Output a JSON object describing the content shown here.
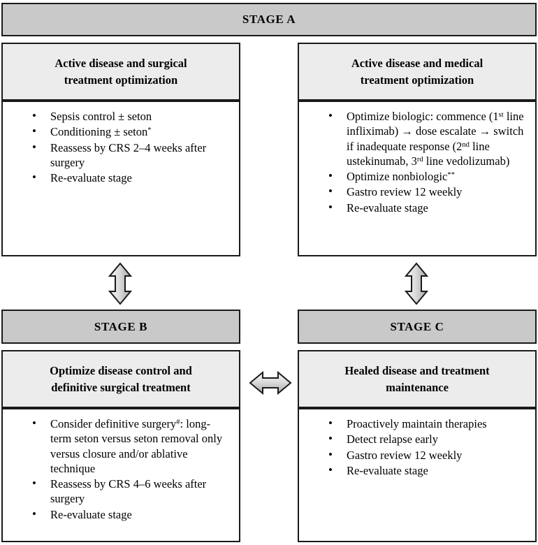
{
  "stage_a": {
    "header": "STAGE A",
    "header_bg": "#c9c9c9",
    "left_column": {
      "title_line1": "Active disease and surgical",
      "title_line2": "treatment optimization",
      "bullets": [
        {
          "text": "Sepsis control ± seton",
          "sup": ""
        },
        {
          "text": "Conditioning ± seton",
          "sup": "*"
        },
        {
          "text": "Reassess by CRS 2–4 weeks after surgery",
          "sup": ""
        },
        {
          "text": "Re-evaluate stage",
          "sup": ""
        }
      ]
    },
    "right_column": {
      "title_line1": "Active disease and medical",
      "title_line2": "treatment optimization",
      "bullets": [
        {
          "rich": true,
          "segments": [
            {
              "t": "Optimize biologic: commence (1"
            },
            {
              "sup": "st"
            },
            {
              "t": " line infliximab) → dose escalate → switch if inadequate response (2"
            },
            {
              "sup": "nd"
            },
            {
              "t": " line ustekinumab, 3"
            },
            {
              "sup": "rd"
            },
            {
              "t": " line vedolizumab)"
            }
          ]
        },
        {
          "text": "Optimize nonbiologic",
          "sup": "**"
        },
        {
          "text": "Gastro review 12 weekly",
          "sup": ""
        },
        {
          "text": "Re-evaluate stage",
          "sup": ""
        }
      ]
    }
  },
  "stage_b": {
    "header": "STAGE B",
    "title_line1": "Optimize disease control and",
    "title_line2": "definitive surgical treatment",
    "bullets": [
      {
        "rich": true,
        "segments": [
          {
            "t": "Consider definitive surgery"
          },
          {
            "sup": "#"
          },
          {
            "t": ": long-term seton versus seton removal only versus closure and/or ablative technique"
          }
        ]
      },
      {
        "text": "Reassess by CRS 4–6 weeks after surgery",
        "sup": ""
      },
      {
        "text": "Re-evaluate stage",
        "sup": ""
      }
    ]
  },
  "stage_c": {
    "header": "STAGE C",
    "title_line1": "Healed disease and treatment",
    "title_line2": "maintenance",
    "bullets": [
      {
        "text": "Proactively maintain therapies",
        "sup": ""
      },
      {
        "text": "Detect relapse early",
        "sup": ""
      },
      {
        "text": "Gastro review 12 weekly",
        "sup": ""
      },
      {
        "text": "Re-evaluate stage",
        "sup": ""
      }
    ]
  },
  "connectors": {
    "left_vertical": "double-arrow-vertical-icon",
    "right_vertical": "double-arrow-vertical-icon",
    "horizontal": "double-arrow-horizontal-icon",
    "fill": "#c9c9c9",
    "stroke": "#1a1a1a"
  }
}
